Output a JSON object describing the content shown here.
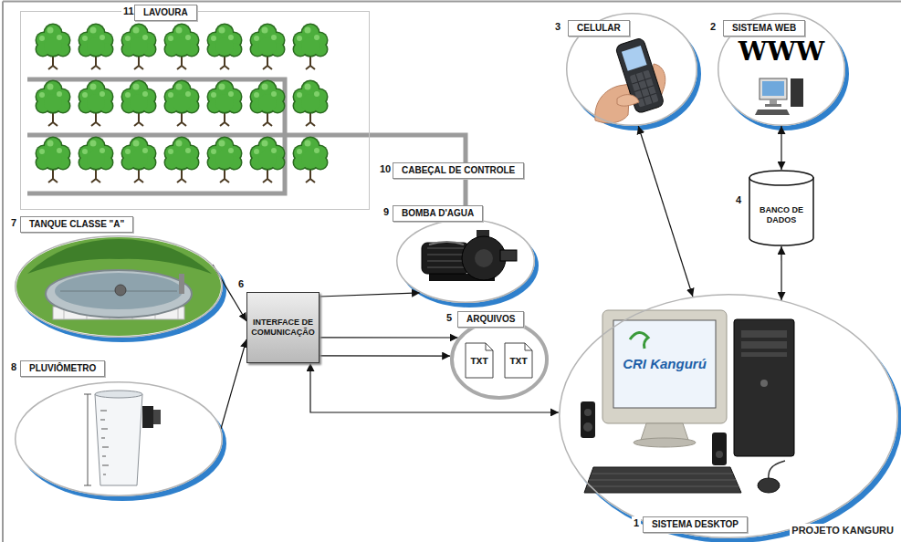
{
  "diagram": {
    "nodes": [
      {
        "text": [
          "11",
          "LAVOURA"
        ]
      },
      {
        "text": [
          "3",
          "CELULAR"
        ]
      },
      {
        "text": [
          "2",
          "SISTEMA WEB"
        ]
      },
      {
        "text": [
          "10",
          "CABEÇAL DE CONTROLE"
        ]
      },
      {
        "text": [
          "9",
          "BOMBA D'AGUA"
        ]
      },
      {
        "text": [
          "4",
          "BANCO DE DADOS"
        ]
      },
      {
        "text": [
          "7",
          "TANQUE CLASSE \"A\""
        ]
      },
      {
        "text": [
          "6",
          "INTERFACE DE COMUNICAÇÃO"
        ]
      },
      {
        "text": [
          "5",
          "ARQUIVOS"
        ]
      },
      {
        "text": [
          "8",
          "PLUVIÔMETRO"
        ]
      },
      {
        "text": [
          "1",
          "SISTEMA DESKTOP"
        ]
      }
    ],
    "edges": [
      {
        "from": 1,
        "to": 10,
        "arrow": "both"
      },
      {
        "from": 2,
        "to": 5,
        "arrow": "both"
      },
      {
        "from": 5,
        "to": 10,
        "arrow": "both"
      },
      {
        "from": 6,
        "to": 7,
        "arrow": "to"
      },
      {
        "from": 9,
        "to": 7,
        "arrow": "to"
      },
      {
        "from": 7,
        "to": 4,
        "arrow": "to"
      },
      {
        "from": 7,
        "to": 8,
        "arrow": "to"
      },
      {
        "from": 7,
        "to": 8,
        "arrow": "to"
      },
      {
        "from": 7,
        "to": 10,
        "arrow": "both"
      },
      {
        "from": 4,
        "to": 0,
        "arrow": "none"
      }
    ],
    "labels": [
      "WWW",
      "TXT",
      "TXT",
      "CRI Kangurú",
      "PROJETO KANGURU"
    ]
  }
}
